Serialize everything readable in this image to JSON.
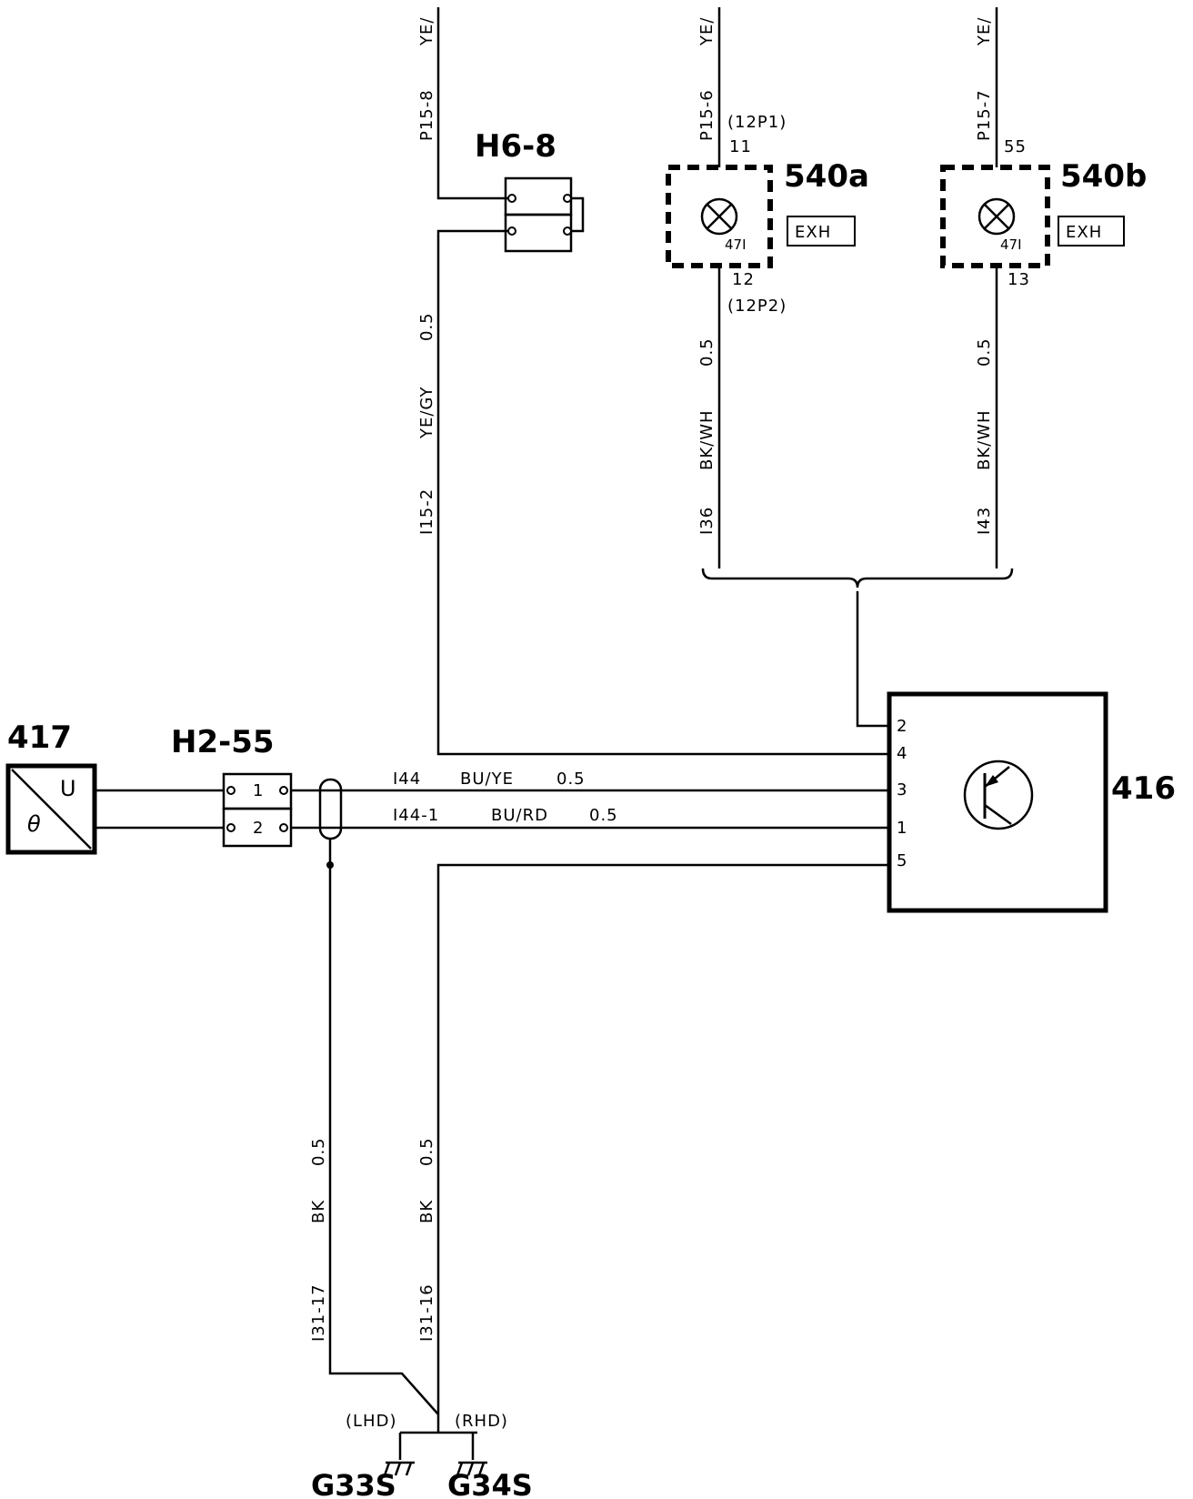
{
  "components": {
    "ecu": {
      "id": "416",
      "pins": [
        "2",
        "4",
        "3",
        "1",
        "5"
      ]
    },
    "sensor": {
      "id": "417",
      "terminal_u": "U",
      "terminal_theta": "θ"
    },
    "lamp_a": {
      "id": "540a",
      "tag": "EXH",
      "code": "47I"
    },
    "lamp_b": {
      "id": "540b",
      "tag": "EXH",
      "code": "47I"
    },
    "conn_h68": {
      "id": "H6-8"
    },
    "conn_h255": {
      "id": "H2-55",
      "pin1": "1",
      "pin2": "2"
    },
    "ground_g33": {
      "id": "G33S",
      "variant": "(LHD)"
    },
    "ground_g34": {
      "id": "G34S",
      "variant": "(RHD)"
    }
  },
  "wires": {
    "w_p15_8": {
      "circuit": "P15-8",
      "color": "YE/"
    },
    "w_i15_2": {
      "circuit": "I15-2",
      "color": "YE/GY",
      "size": "0.5"
    },
    "w_p15_6": {
      "circuit": "P15-6",
      "color": "YE/"
    },
    "w_i36": {
      "circuit": "I36",
      "color": "BK/WH",
      "size": "0.5"
    },
    "w_p15_7": {
      "circuit": "P15-7",
      "color": "YE/"
    },
    "w_i43": {
      "circuit": "I43",
      "color": "BK/WH",
      "size": "0.5"
    },
    "w_i44": {
      "circuit": "I44",
      "color": "BU/YE",
      "size": "0.5"
    },
    "w_i44_1": {
      "circuit": "I44-1",
      "color": "BU/RD",
      "size": "0.5"
    },
    "w_i31_17": {
      "circuit": "I31-17",
      "color": "BK",
      "size": "0.5"
    },
    "w_i31_16": {
      "circuit": "I31-16",
      "color": "BK",
      "size": "0.5"
    }
  },
  "pin_labels": {
    "lamp_a_top_conn": "(12P1)",
    "lamp_a_top_pin": "11",
    "lamp_a_bot_pin": "12",
    "lamp_a_bot_conn": "(12P2)",
    "lamp_b_top_pin": "55",
    "lamp_b_bot_pin": "13"
  }
}
